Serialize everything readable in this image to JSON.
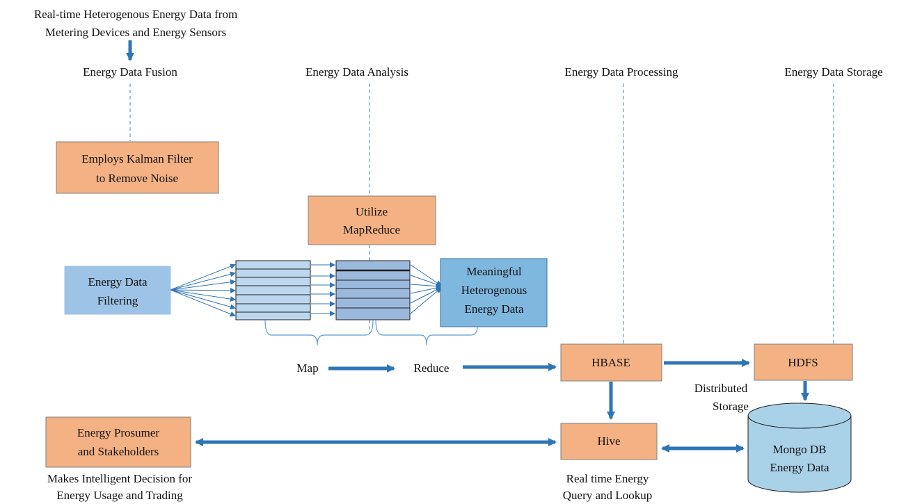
{
  "source": {
    "line1": "Real-time Heterogenous Energy Data from",
    "line2": "Metering Devices and Energy Sensors"
  },
  "stages": {
    "fusion": "Energy Data Fusion",
    "analysis": "Energy Data Analysis",
    "processing": "Energy Data Processing",
    "storage": "Energy Data Storage"
  },
  "boxes": {
    "kalman": {
      "line1": "Employs Kalman Filter",
      "line2": "to Remove Noise"
    },
    "mapreduce": {
      "line1": "Utilize",
      "line2": "MapReduce"
    },
    "filtering": {
      "line1": "Energy Data",
      "line2": "Filtering"
    },
    "meaningful": {
      "line1": "Meaningful",
      "line2": "Heterogenous",
      "line3": "Energy Data"
    },
    "hbase": "HBASE",
    "hdfs": "HDFS",
    "hive": "Hive",
    "prosumer": {
      "line1": "Energy Prosumer",
      "line2": "and Stakeholders"
    },
    "mongo": {
      "line1": "Mongo DB",
      "line2": "Energy Data"
    }
  },
  "labels": {
    "map": "Map",
    "reduce": "Reduce",
    "distributed": {
      "line1": "Distributed",
      "line2": "Storage"
    },
    "decision": {
      "line1": "Makes Intelligent Decision for",
      "line2": "Energy Usage and Trading"
    },
    "query": {
      "line1": "Real time Energy",
      "line2": "Query and Lookup"
    }
  },
  "colors": {
    "orange": "#f4b183",
    "orange_border": "#7f7f7f",
    "light_blue": "#9dc3e6",
    "mid_blue": "#a9c6e4",
    "cyan_box": "#7fb8df",
    "arrow": "#2e75b6",
    "dash": "#5b9bd5",
    "grid_fill_1": "#bdd7ee",
    "grid_fill_2": "#9bb9dc",
    "mongo_fill": "#a9d1e8"
  }
}
